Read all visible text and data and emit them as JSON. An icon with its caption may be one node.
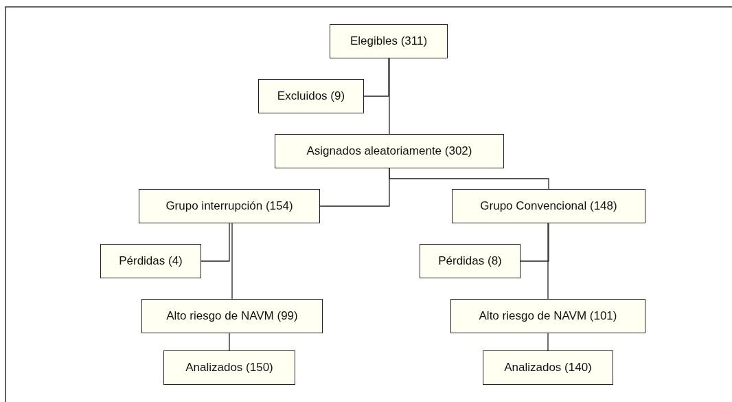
{
  "diagram": {
    "nodes": [
      {
        "text": [
          "Elegibles (311)"
        ]
      },
      {
        "text": [
          "Excluidos (9)"
        ]
      },
      {
        "text": [
          "Asignados aleatoriamente (302)"
        ]
      },
      {
        "text": [
          "Grupo interrupción (154)"
        ]
      },
      {
        "text": [
          "Grupo Convencional (148)"
        ]
      },
      {
        "text": [
          "Pérdidas (4)"
        ]
      },
      {
        "text": [
          "Alto riesgo de NAVM (99)"
        ]
      },
      {
        "text": [
          "Analizados (150)"
        ]
      },
      {
        "text": [
          "Pérdidas (8)"
        ]
      },
      {
        "text": [
          "Alto riesgo de NAVM (101)"
        ]
      },
      {
        "text": [
          "Analizados (140)"
        ]
      }
    ],
    "edges": [
      {
        "from": 0,
        "to": 1,
        "arrow": "none"
      },
      {
        "from": 0,
        "to": 2,
        "arrow": "none"
      },
      {
        "from": 2,
        "to": 3,
        "arrow": "none"
      },
      {
        "from": 2,
        "to": 4,
        "arrow": "none"
      },
      {
        "from": 3,
        "to": 5,
        "arrow": "none"
      },
      {
        "from": 3,
        "to": 6,
        "arrow": "none"
      },
      {
        "from": 6,
        "to": 7,
        "arrow": "none"
      },
      {
        "from": 4,
        "to": 8,
        "arrow": "none"
      },
      {
        "from": 4,
        "to": 9,
        "arrow": "none"
      },
      {
        "from": 9,
        "to": 10,
        "arrow": "none"
      }
    ]
  }
}
